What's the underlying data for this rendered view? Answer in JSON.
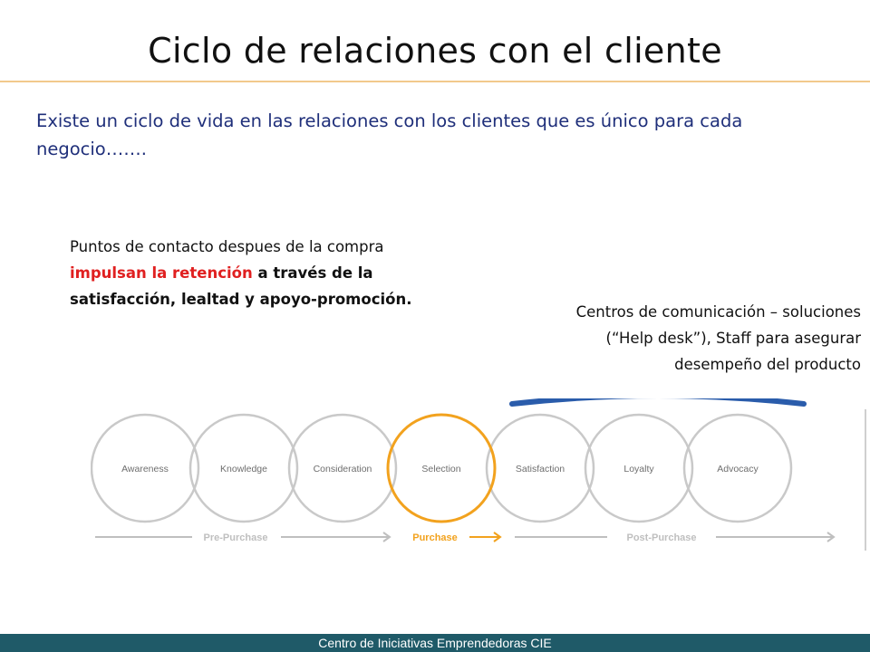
{
  "title": "Ciclo de relaciones con el cliente",
  "intro": "Existe un ciclo de vida en las relaciones con los clientes que es único para cada negocio…….",
  "left_note": {
    "part1": "Puntos de contacto despues de la compra ",
    "highlight": "impulsan la retención",
    "part2": " a través de la satisfacción, lealtad y apoyo-promoción."
  },
  "right_note": {
    "line1": "Centros de comunicación – soluciones",
    "line2": "(“Help desk”), Staff para asegurar",
    "line3": "desempeño del producto"
  },
  "diagram": {
    "stages": [
      "Awareness",
      "Knowledge",
      "Consideration",
      "Selection",
      "Satisfaction",
      "Loyalty",
      "Advocacy"
    ],
    "phases": [
      {
        "label": "Pre-Purchase",
        "color": "#bfbfbf"
      },
      {
        "label": "Purchase",
        "color": "#f2a21e"
      },
      {
        "label": "Post-Purchase",
        "color": "#bfbfbf"
      }
    ],
    "colors": {
      "circle": "#c9c9c9",
      "highlight": "#f2a21e",
      "arc": "#2a5cab",
      "stage_text": "#6e6e6e"
    }
  },
  "footer": "Centro de Iniciativas Emprendedoras CIE"
}
